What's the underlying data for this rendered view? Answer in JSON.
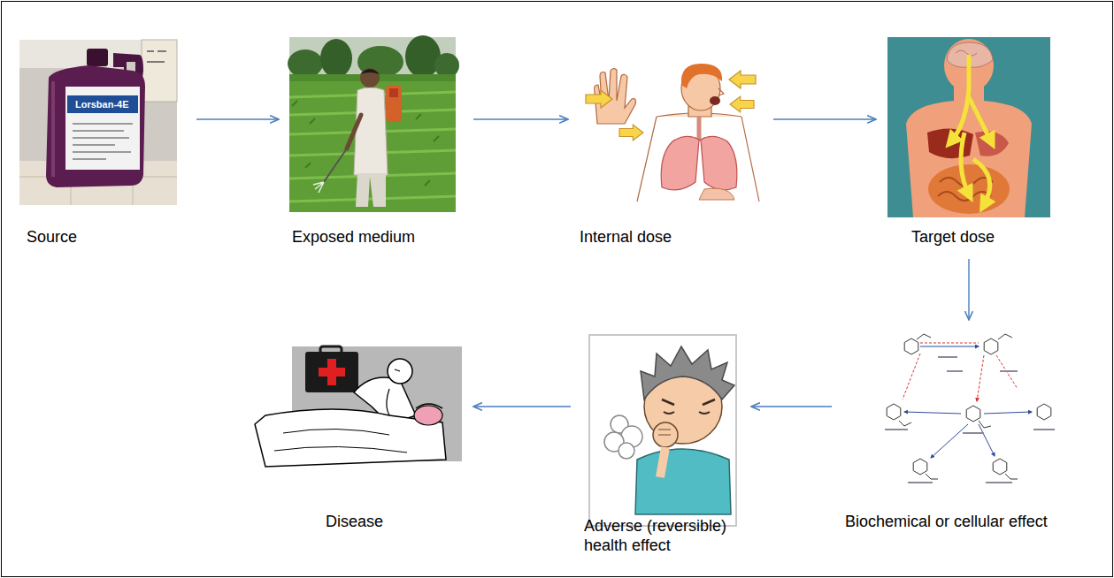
{
  "diagram": {
    "nodes": [
      {
        "text": [
          "Source"
        ]
      },
      {
        "text": [
          "Exposed medium"
        ]
      },
      {
        "text": [
          "Internal dose"
        ]
      },
      {
        "text": [
          "Target dose"
        ]
      },
      {
        "text": [
          "Disease"
        ]
      },
      {
        "text": [
          "Adverse (reversible) health effect"
        ]
      },
      {
        "text": [
          "Biochemical or cellular effect"
        ]
      }
    ],
    "edges": [
      {
        "from": 0,
        "to": 1,
        "arrow": "to"
      },
      {
        "from": 1,
        "to": 2,
        "arrow": "to"
      },
      {
        "from": 2,
        "to": 3,
        "arrow": "to"
      },
      {
        "from": 3,
        "to": 6,
        "arrow": "to"
      },
      {
        "from": 6,
        "to": 5,
        "arrow": "to"
      },
      {
        "from": 5,
        "to": 4,
        "arrow": "to"
      }
    ],
    "labels": [
      "Lorsban-4E"
    ]
  }
}
